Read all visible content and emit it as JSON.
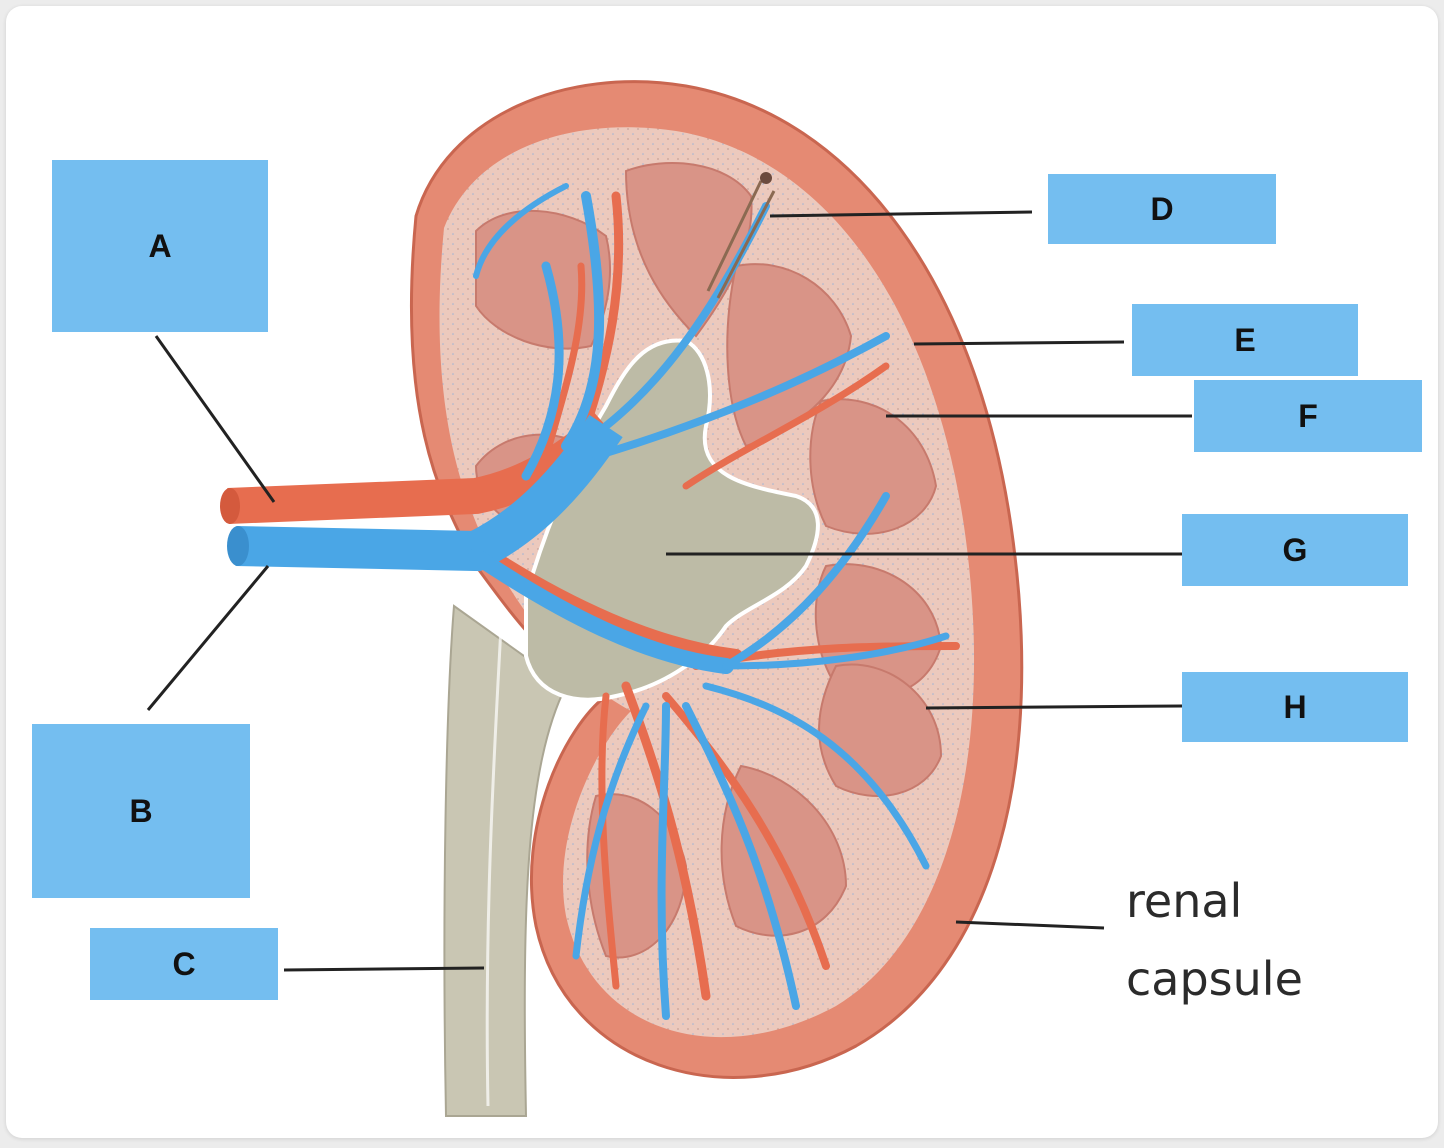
{
  "labels": {
    "A": "A",
    "B": "B",
    "C": "C",
    "D": "D",
    "E": "E",
    "F": "F",
    "G": "G",
    "H": "H"
  },
  "caption": {
    "line1": "renal",
    "line2": "capsule"
  },
  "colors": {
    "label_fill": "#74bef0",
    "artery": "#e76d4f",
    "vein": "#4aa6e6",
    "capsule": "#e58a73",
    "pelvis": "#c6c3b0",
    "cortex": "#ecc9bd",
    "pyramid": "#d99487"
  }
}
